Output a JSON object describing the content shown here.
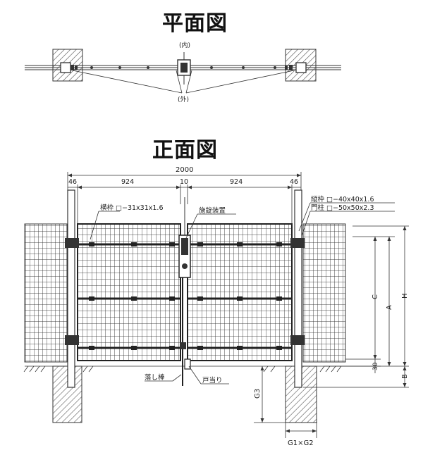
{
  "titles": {
    "plan": "平面図",
    "elevation": "正面図"
  },
  "plan_view": {
    "inner_label": "(内)",
    "outer_label": "(外)"
  },
  "dimensions": {
    "overall": "2000",
    "post_left": "46",
    "leaf_left": "924",
    "center_gap": "10",
    "leaf_right": "924",
    "post_right": "46",
    "C": "C",
    "A": "A",
    "H": "H",
    "dim_30": "30",
    "B": "B",
    "G3": "G3",
    "G1xG2": "G1×G2"
  },
  "callouts": {
    "yokowaku": "横枠 □−31x31x1.6",
    "sejo": "施錠装置",
    "tatewaku": "縦枠 □−40x40x1.6",
    "monchu": "門柱 □−50x50x2.3",
    "otoshibou": "落し棒",
    "toatari": "戸当り"
  },
  "colors": {
    "line": "#333333",
    "hatch": "#555555"
  }
}
